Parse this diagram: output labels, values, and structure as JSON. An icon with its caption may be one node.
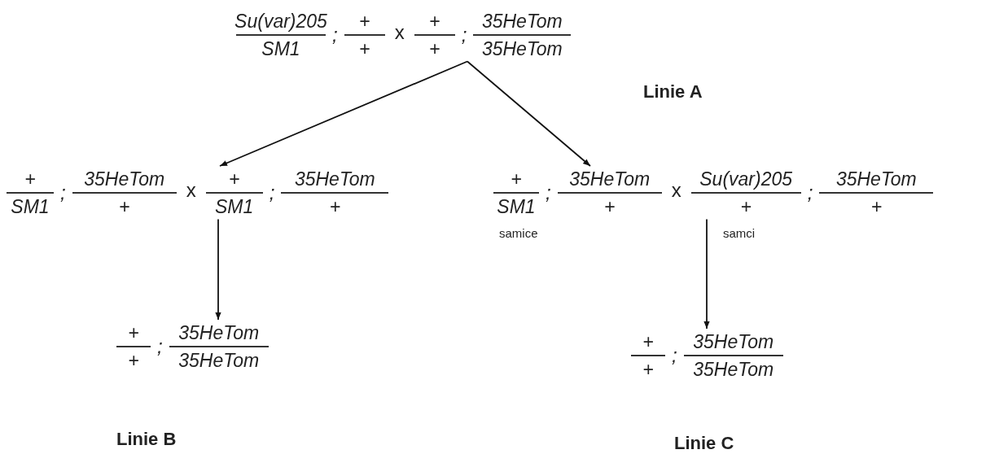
{
  "diagram": {
    "nodes": [
      {
        "text": [
          "Su(var)205",
          "SM1",
          ";",
          "+",
          "+",
          "x",
          "+",
          "+",
          ";",
          "35HeTom",
          "35HeTom"
        ]
      },
      {
        "text": [
          "+",
          "SM1",
          ";",
          "35HeTom",
          "+",
          "x",
          "+",
          "SM1",
          ";",
          "35HeTom",
          "+"
        ]
      },
      {
        "text": [
          "+",
          "SM1",
          ";",
          "35HeTom",
          "+",
          "x",
          "Su(var)205",
          "+",
          ";",
          "35HeTom",
          "+"
        ],
        "beside": [
          "samice",
          "samci"
        ]
      },
      {
        "text": [
          "+",
          "+",
          ";",
          "35HeTom",
          "35HeTom"
        ],
        "beside": [
          "Linie B"
        ]
      },
      {
        "text": [
          "+",
          "+",
          ";",
          "35HeTom",
          "35HeTom"
        ],
        "beside": [
          "Linie C"
        ]
      }
    ],
    "edges": [
      {
        "from": 0,
        "to": 1,
        "arrow": "to"
      },
      {
        "from": 0,
        "to": 2,
        "arrow": "to"
      },
      {
        "from": 1,
        "to": 3,
        "arrow": "to"
      },
      {
        "from": 2,
        "to": 4,
        "arrow": "to"
      }
    ],
    "labels": [
      "Linie A"
    ]
  }
}
